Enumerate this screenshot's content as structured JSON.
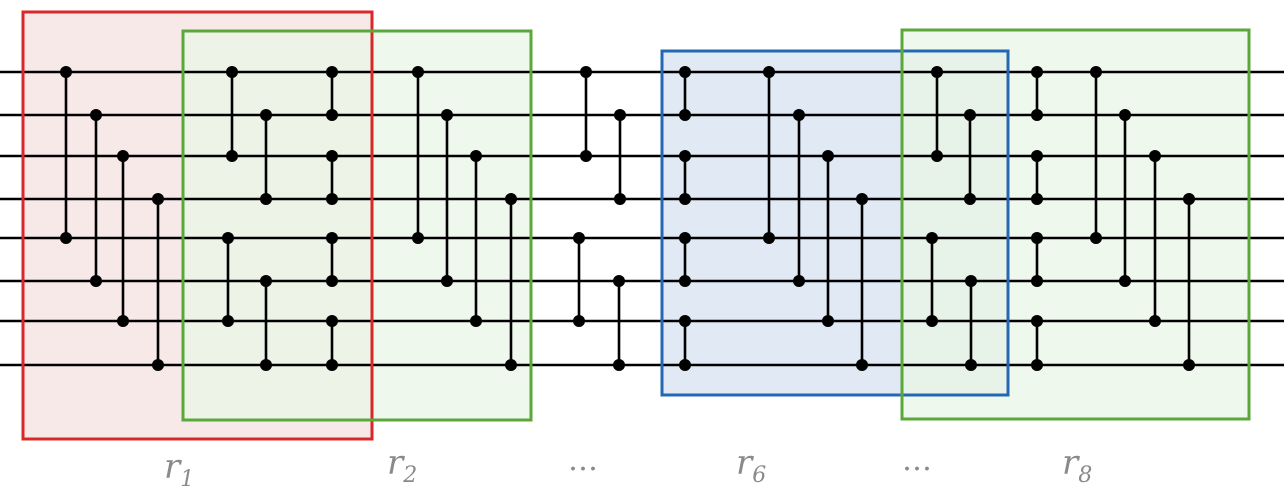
{
  "diagram": {
    "wire_count": 8,
    "regions": [
      {
        "id": "r1",
        "base": "r",
        "sub": "1",
        "color": "#d8282a",
        "fill": "#f6e2e1"
      },
      {
        "id": "r2",
        "base": "r",
        "sub": "2",
        "color": "#5aa83a",
        "fill": "#eaf5e5"
      },
      {
        "id": "r6",
        "base": "r",
        "sub": "6",
        "color": "#2468b4",
        "fill": "#d6e2f0"
      },
      {
        "id": "r8",
        "base": "r",
        "sub": "8",
        "color": "#5aa83a",
        "fill": "#eaf5e5"
      }
    ],
    "ellipsis": [
      "…",
      "…"
    ]
  }
}
